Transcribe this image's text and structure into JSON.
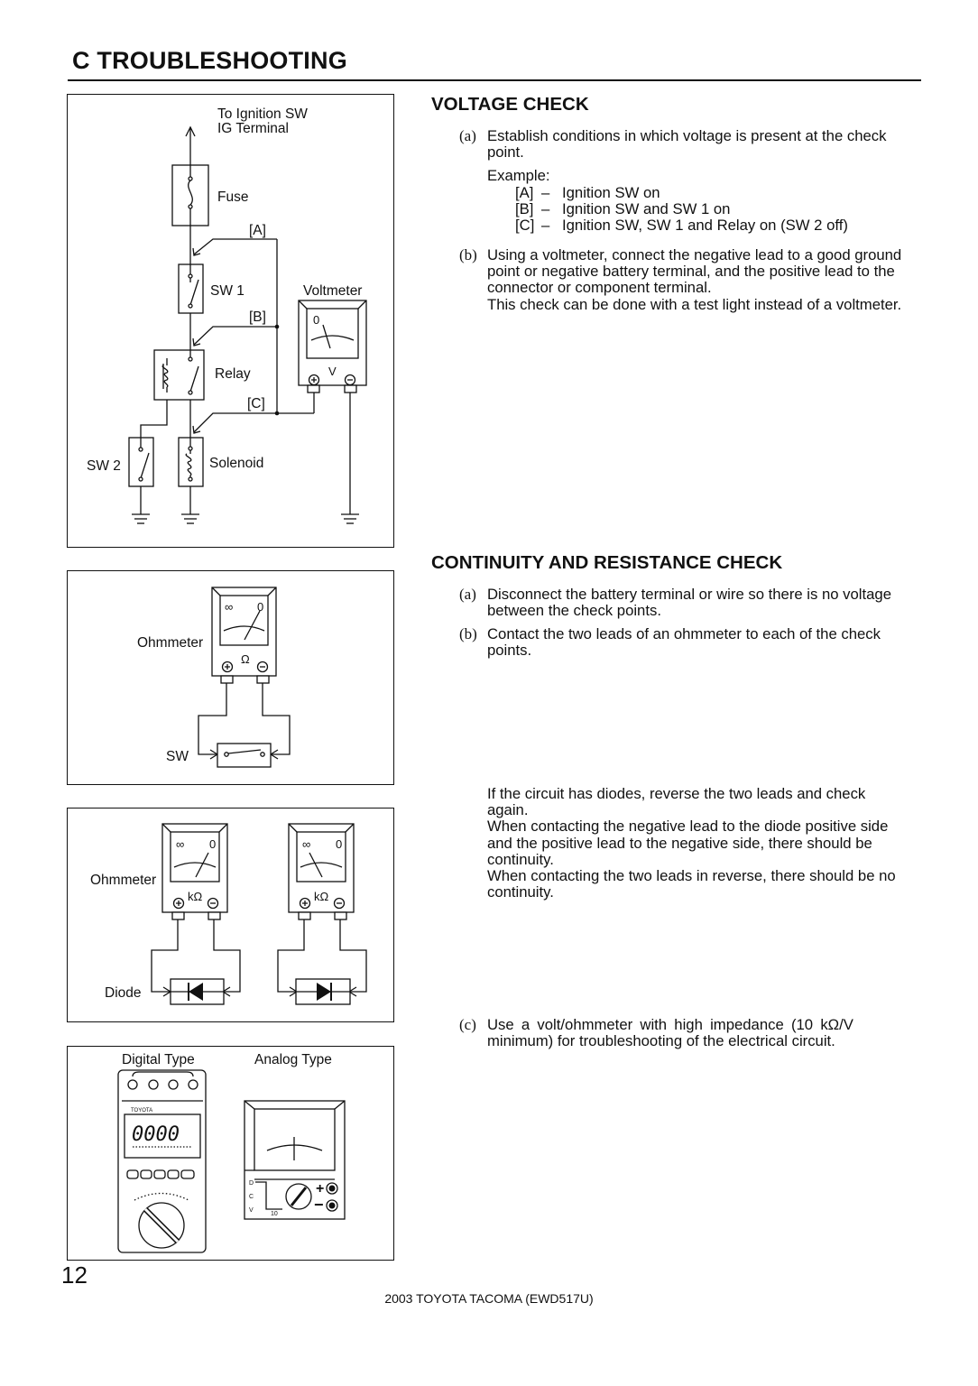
{
  "header": {
    "title": "C  TROUBLESHOOTING"
  },
  "diagram1": {
    "to_ignition": "To Ignition SW",
    "ig_terminal": "IG Terminal",
    "fuse": "Fuse",
    "point_a": "[A]",
    "sw1": "SW 1",
    "point_b": "[B]",
    "relay": "Relay",
    "point_c": "[C]",
    "sw2": "SW 2",
    "solenoid": "Solenoid",
    "voltmeter": "Voltmeter",
    "v": "V",
    "zero": "0",
    "plus": "+",
    "minus": "−"
  },
  "diagram2": {
    "ohmmeter": "Ohmmeter",
    "sw": "SW",
    "ohm": "Ω",
    "inf": "∞",
    "zero": "0"
  },
  "diagram3": {
    "ohmmeter": "Ohmmeter",
    "diode": "Diode",
    "kohm": "kΩ",
    "inf": "∞",
    "zero": "0"
  },
  "diagram4": {
    "digital_type": "Digital Type",
    "analog_type": "Analog Type",
    "display": "0000",
    "brand": "TOYOTA",
    "dial_d": "D",
    "dial_c": "C",
    "dial_v": "V",
    "dial_10": "10"
  },
  "voltage_check": {
    "title": "VOLTAGE CHECK",
    "a_marker": "(a)",
    "a_line1": "Establish conditions in which voltage is present at the check",
    "a_line2": "point.",
    "example_label": "Example:",
    "examples": [
      {
        "key": "[A]",
        "dash": "–",
        "text": "Ignition SW on"
      },
      {
        "key": "[B]",
        "dash": "–",
        "text": "Ignition SW and SW 1 on"
      },
      {
        "key": "[C]",
        "dash": "–",
        "text": "Ignition SW, SW 1 and Relay on (SW 2 off)"
      }
    ],
    "b_marker": "(b)",
    "b_line1": "Using a voltmeter, connect the negative lead to a good ground",
    "b_line2": "point or negative battery terminal, and the positive lead to the",
    "b_line3": "connector or component terminal.",
    "b_line4": "This check can be done with a test light instead of a voltmeter."
  },
  "continuity_check": {
    "title": "CONTINUITY AND RESISTANCE CHECK",
    "a_marker": "(a)",
    "a_line1": "Disconnect the battery terminal or wire so there is no voltage",
    "a_line2": "between the check points.",
    "b_marker": "(b)",
    "b_line1": "Contact the two leads of an ohmmeter to each of the check",
    "b_line2": "points.",
    "diode_lines": [
      "If the circuit has diodes, reverse the two leads and check",
      "again.",
      "When contacting the negative lead to the diode positive side",
      "and the positive lead to the negative side, there should be",
      "continuity.",
      "When contacting the two leads in reverse, there should be no",
      "continuity."
    ],
    "c_marker": "(c)",
    "c_line1": "Use a volt/ohmmeter with high impedance (10 kΩ/V",
    "c_line2": "minimum) for troubleshooting of the electrical circuit."
  },
  "footer": {
    "page_number": "12",
    "doc_info": "2003 TOYOTA TACOMA (EWD517U)"
  }
}
